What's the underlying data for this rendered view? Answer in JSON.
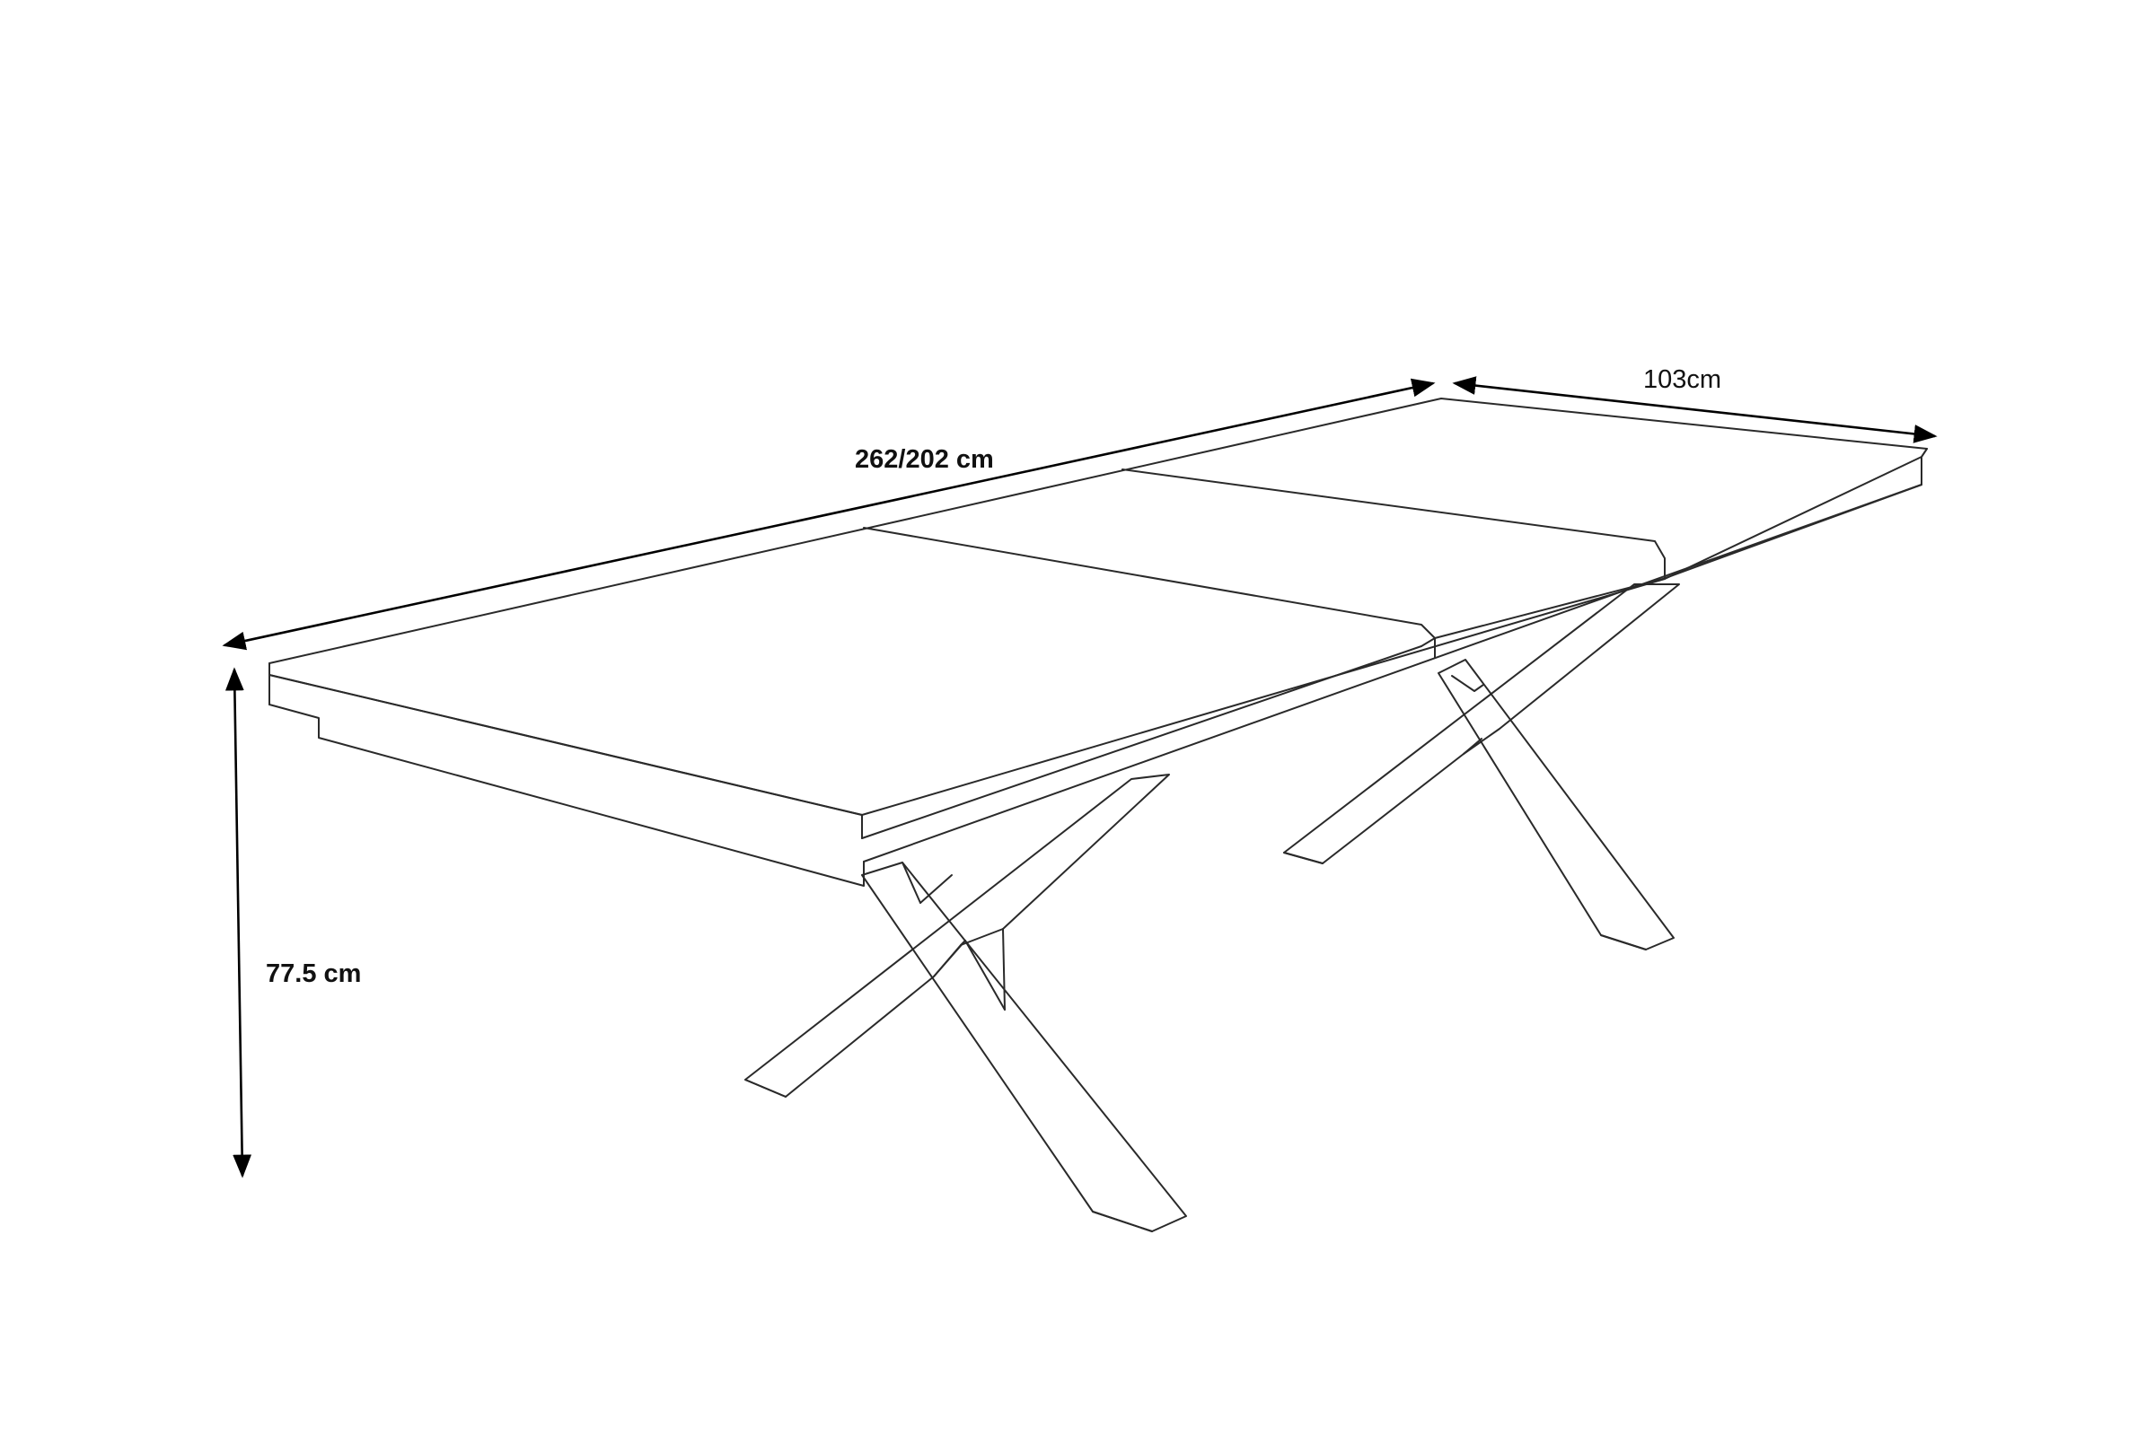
{
  "dimensions": {
    "length_label": "262/202 cm",
    "width_label": "103cm",
    "height_label": "77.5 cm"
  },
  "colors": {
    "line": "#2a2a2a",
    "background": "#ffffff",
    "dimension": "#000000"
  }
}
